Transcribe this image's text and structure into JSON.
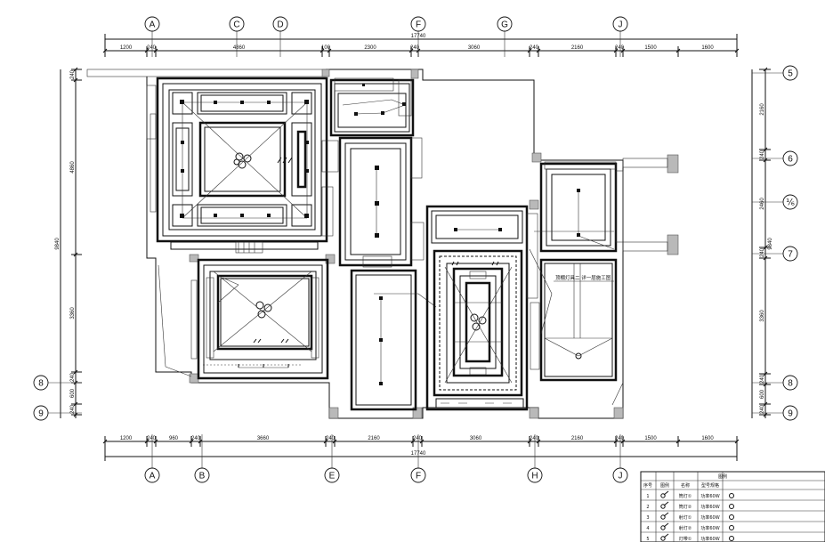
{
  "axes_top": [
    {
      "id": "axis-a",
      "label": "A"
    },
    {
      "id": "axis-c",
      "label": "C"
    },
    {
      "id": "axis-d",
      "label": "D"
    },
    {
      "id": "axis-f",
      "label": "F"
    },
    {
      "id": "axis-g",
      "label": "G"
    },
    {
      "id": "axis-j",
      "label": "J"
    }
  ],
  "axes_bottom": [
    {
      "id": "axis-a",
      "label": "A"
    },
    {
      "id": "axis-b",
      "label": "B"
    },
    {
      "id": "axis-e",
      "label": "E"
    },
    {
      "id": "axis-f",
      "label": "F"
    },
    {
      "id": "axis-h",
      "label": "H"
    },
    {
      "id": "axis-j",
      "label": "J"
    }
  ],
  "axes_left": [
    {
      "id": "axis-8",
      "label": "8"
    },
    {
      "id": "axis-9",
      "label": "9"
    }
  ],
  "axes_right": [
    {
      "id": "axis-5",
      "label": "5"
    },
    {
      "id": "axis-6",
      "label": "6"
    },
    {
      "id": "axis-1-6",
      "label": "1/6"
    },
    {
      "id": "axis-7",
      "label": "7"
    },
    {
      "id": "axis-8",
      "label": "8"
    },
    {
      "id": "axis-9",
      "label": "9"
    }
  ],
  "dims_top_total": "17740",
  "dims_top": [
    "1200",
    "240",
    "4860",
    "100",
    "2300",
    "240",
    "3060",
    "240",
    "2160",
    "240",
    "1500",
    "1600"
  ],
  "dims_bottom_total": "17740",
  "dims_bottom": [
    "1200",
    "240",
    "960",
    "240",
    "3660",
    "240",
    "2160",
    "240",
    "3060",
    "240",
    "2160",
    "240",
    "1500",
    "1600"
  ],
  "dims_left_total": "9840",
  "dims_left": [
    "240",
    "4860",
    "3360",
    "240",
    "600",
    "240"
  ],
  "dims_right_total": "9840",
  "dims_right": [
    "2160",
    "240",
    "2460",
    "240",
    "3360",
    "240",
    "600",
    "240"
  ],
  "annotation_note": "顶棚灯具二 详一层施工图",
  "legend": {
    "title": "图例",
    "headers": [
      "序号",
      "图例",
      "名称",
      "型号规格"
    ],
    "rows": [
      {
        "no": "1",
        "name": "筒灯①",
        "spec": "功率60W"
      },
      {
        "no": "2",
        "name": "筒灯②",
        "spec": "功率60W"
      },
      {
        "no": "3",
        "name": "射灯①",
        "spec": "功率60W"
      },
      {
        "no": "4",
        "name": "射灯②",
        "spec": "功率60W"
      },
      {
        "no": "5",
        "name": "灯带①",
        "spec": "功率60W"
      }
    ]
  }
}
